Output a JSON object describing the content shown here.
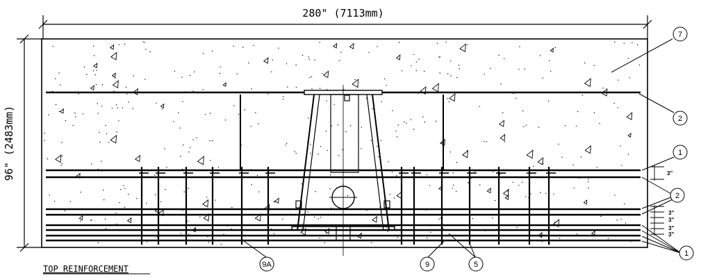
{
  "title": "TOP REINFORCEMENT",
  "dimensions": {
    "width_label": "280\" (7113mm)",
    "height_label": "96\" (2483mm)"
  },
  "callouts": {
    "c7": "7",
    "c2_top": "2",
    "c1_top": "1",
    "c2_mid": "2",
    "c1_bottom": "1",
    "c9a": "9A",
    "c9": "9",
    "c5": "5"
  },
  "spacings": {
    "s1": "3\"",
    "s2": "3\"",
    "s3": "3\"",
    "s4": "3\"",
    "s5": "3\""
  }
}
